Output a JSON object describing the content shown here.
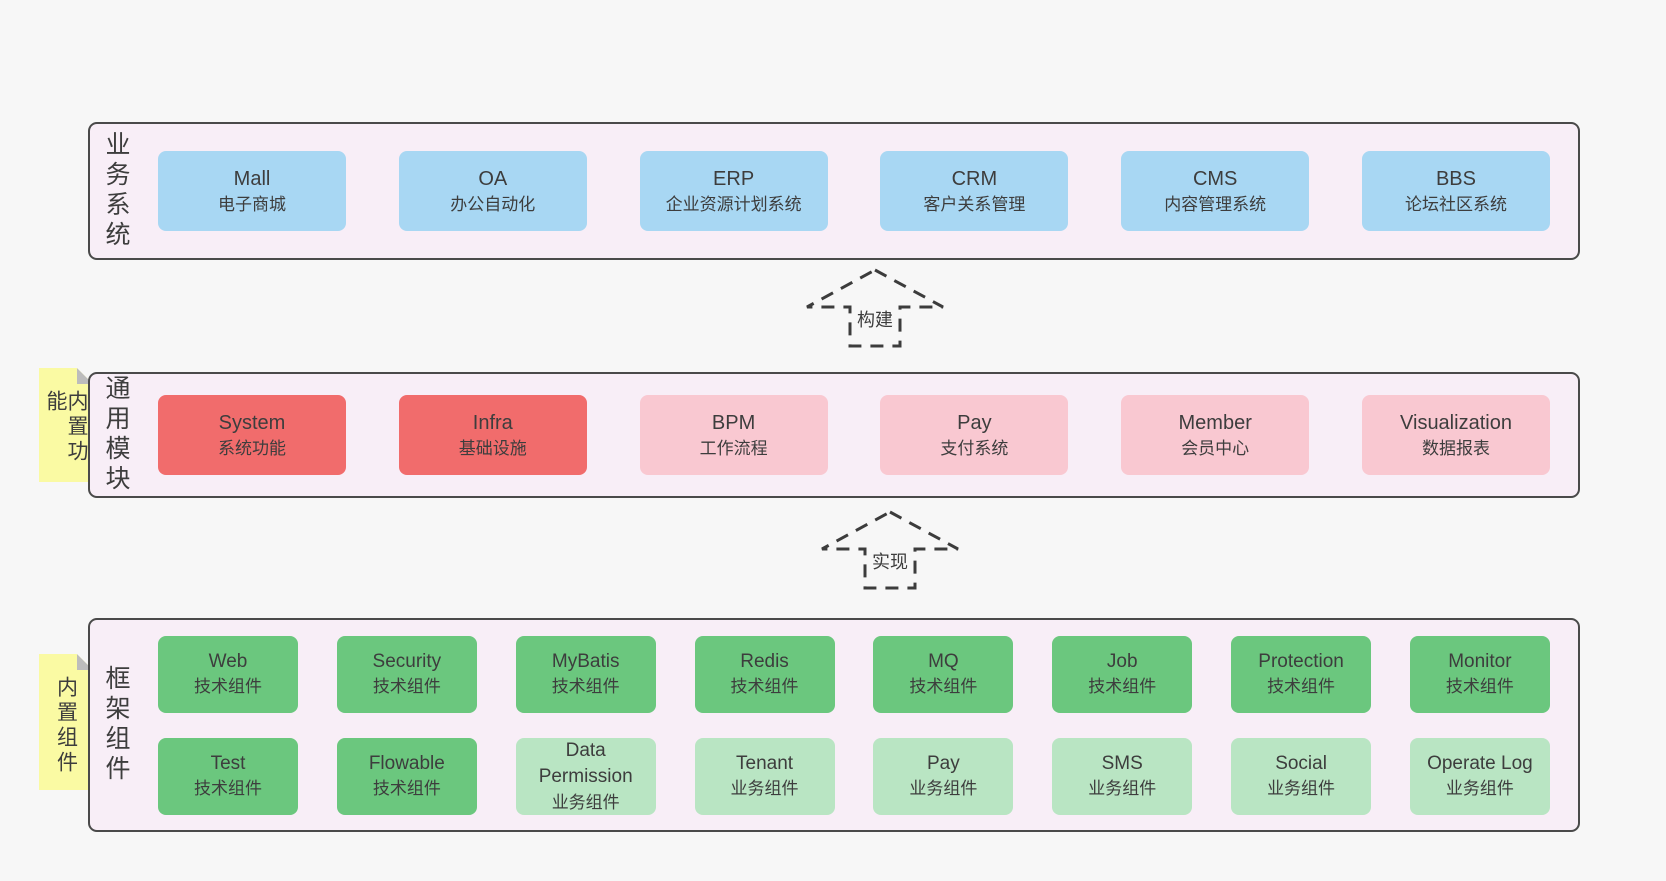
{
  "sections": {
    "business": {
      "label": "业务系统",
      "boxes": [
        {
          "title": "Mall",
          "subtitle": "电子商城"
        },
        {
          "title": "OA",
          "subtitle": "办公自动化"
        },
        {
          "title": "ERP",
          "subtitle": "企业资源计划系统"
        },
        {
          "title": "CRM",
          "subtitle": "客户关系管理"
        },
        {
          "title": "CMS",
          "subtitle": "内容管理系统"
        },
        {
          "title": "BBS",
          "subtitle": "论坛社区系统"
        }
      ]
    },
    "modules": {
      "label": "通用模块",
      "note": "内置功能",
      "boxes": [
        {
          "title": "System",
          "subtitle": "系统功能",
          "variant": "red"
        },
        {
          "title": "Infra",
          "subtitle": "基础设施",
          "variant": "red"
        },
        {
          "title": "BPM",
          "subtitle": "工作流程",
          "variant": "pink"
        },
        {
          "title": "Pay",
          "subtitle": "支付系统",
          "variant": "pink"
        },
        {
          "title": "Member",
          "subtitle": "会员中心",
          "variant": "pink"
        },
        {
          "title": "Visualization",
          "subtitle": "数据报表",
          "variant": "pink"
        }
      ]
    },
    "framework": {
      "label": "框架组件",
      "note": "内置组件",
      "rows": [
        [
          {
            "title": "Web",
            "subtitle": "技术组件",
            "variant": "green"
          },
          {
            "title": "Security",
            "subtitle": "技术组件",
            "variant": "green"
          },
          {
            "title": "MyBatis",
            "subtitle": "技术组件",
            "variant": "green"
          },
          {
            "title": "Redis",
            "subtitle": "技术组件",
            "variant": "green"
          },
          {
            "title": "MQ",
            "subtitle": "技术组件",
            "variant": "green"
          },
          {
            "title": "Job",
            "subtitle": "技术组件",
            "variant": "green"
          },
          {
            "title": "Protection",
            "subtitle": "技术组件",
            "variant": "green"
          },
          {
            "title": "Monitor",
            "subtitle": "技术组件",
            "variant": "green"
          }
        ],
        [
          {
            "title": "Test",
            "subtitle": "技术组件",
            "variant": "green"
          },
          {
            "title": "Flowable",
            "subtitle": "技术组件",
            "variant": "green"
          },
          {
            "title": "Data Permission",
            "subtitle": "业务组件",
            "variant": "green-light"
          },
          {
            "title": "Tenant",
            "subtitle": "业务组件",
            "variant": "green-light"
          },
          {
            "title": "Pay",
            "subtitle": "业务组件",
            "variant": "green-light"
          },
          {
            "title": "SMS",
            "subtitle": "业务组件",
            "variant": "green-light"
          },
          {
            "title": "Social",
            "subtitle": "业务组件",
            "variant": "green-light"
          },
          {
            "title": "Operate Log",
            "subtitle": "业务组件",
            "variant": "green-light"
          }
        ]
      ]
    }
  },
  "arrows": {
    "build": "构建",
    "implement": "实现"
  },
  "colors": {
    "page_bg": "#f7f7f7",
    "container_bg": "#f8eef7",
    "container_border": "#4a4a4a",
    "blue_box": "#a8d7f3",
    "red_box": "#f16c6c",
    "pink_box": "#f9c8d1",
    "green_box": "#6bc77e",
    "light_green_box": "#b9e5c3",
    "sticky_note": "#fafaa3",
    "note_fold": "#bcbcbc",
    "arrow_stroke": "#3c3c3c",
    "text": "#3d3d3d"
  }
}
